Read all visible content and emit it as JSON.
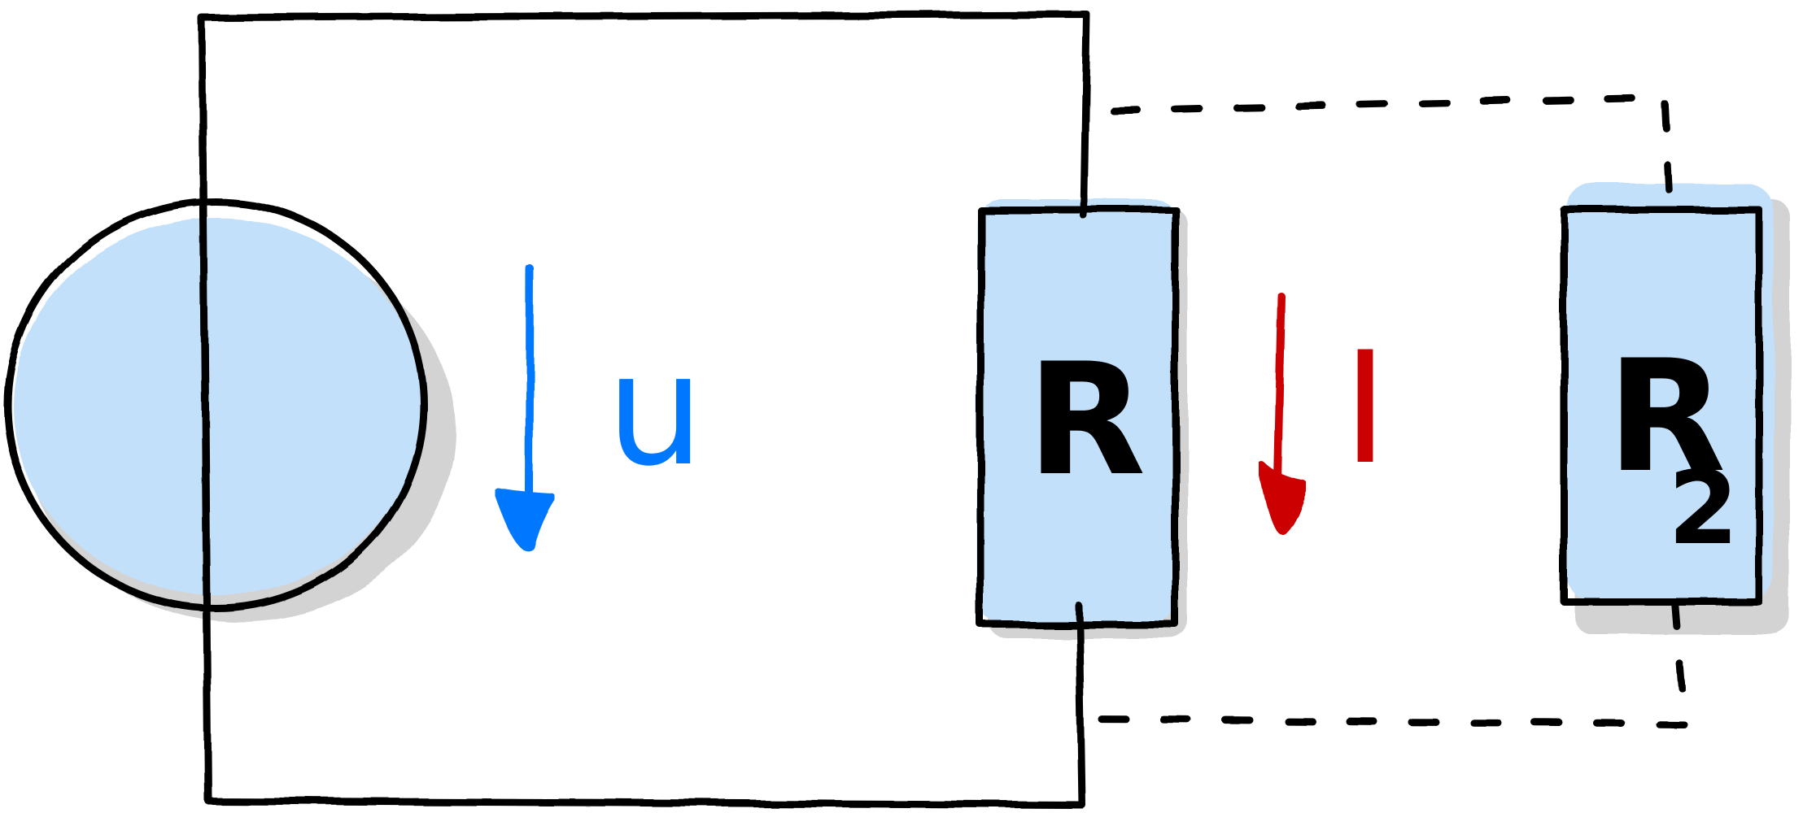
{
  "labels": {
    "voltage": "u",
    "resistor": "R",
    "current": "I",
    "load": "R",
    "load_sub": "2"
  },
  "colors": {
    "stroke": "#000000",
    "fill": "#c3e0fb",
    "shadow": "#cccccc",
    "voltage": "#0077ff",
    "current": "#cc0000"
  }
}
